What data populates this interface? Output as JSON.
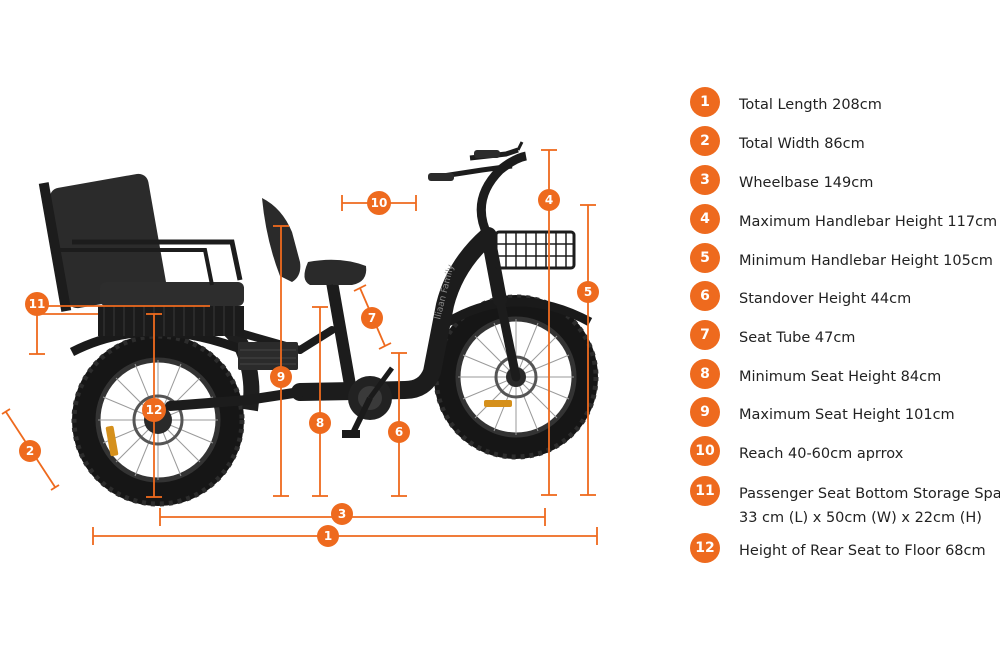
{
  "colors": {
    "accent": "#ee6a1e",
    "frame": "#1c1c1c",
    "tire": "#161616",
    "seat": "#2a2a2a",
    "spoke": "#9a9a9a",
    "reflector": "#d5901c",
    "background": "#ffffff"
  },
  "frame_branding": "Iliaan Family",
  "callouts": [
    "1",
    "2",
    "3",
    "4",
    "5",
    "6",
    "7",
    "8",
    "9",
    "10",
    "11",
    "12"
  ],
  "specs": [
    {
      "num": "1",
      "label": "Total Length 208cm"
    },
    {
      "num": "2",
      "label": "Total Width 86cm"
    },
    {
      "num": "3",
      "label": "Wheelbase 149cm"
    },
    {
      "num": "4",
      "label": "Maximum Handlebar Height 117cm"
    },
    {
      "num": "5",
      "label": "Minimum Handlebar Height 105cm"
    },
    {
      "num": "6",
      "label": "Standover Height 44cm"
    },
    {
      "num": "7",
      "label": "Seat Tube 47cm"
    },
    {
      "num": "8",
      "label": "Minimum Seat Height 84cm"
    },
    {
      "num": "9",
      "label": "Maximum Seat Height 101cm"
    },
    {
      "num": "10",
      "label": "Reach 40-60cm aprrox"
    },
    {
      "num": "11",
      "label": "Passenger Seat Bottom Storage Space",
      "sub": "33 cm (L) x 50cm (W) x 22cm (H)"
    },
    {
      "num": "12",
      "label": "Height of Rear Seat to Floor 68cm"
    }
  ]
}
